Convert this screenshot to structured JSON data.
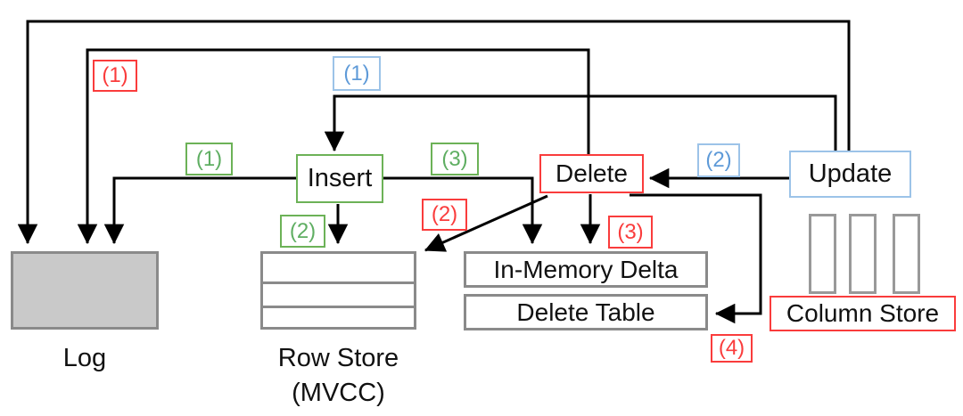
{
  "nodes": {
    "insert": "Insert",
    "delete": "Delete",
    "update": "Update",
    "in_memory_delta": "In-Memory Delta",
    "delete_table": "Delete Table",
    "column_store": "Column Store"
  },
  "captions": {
    "log": "Log",
    "row_store": "Row Store",
    "row_store_sub": "(MVCC)"
  },
  "tags": {
    "red_1": "(1)",
    "red_2": "(2)",
    "red_3": "(3)",
    "red_4": "(4)",
    "green_1": "(1)",
    "green_2": "(2)",
    "green_3": "(3)",
    "blue_1": "(1)",
    "blue_2": "(2)"
  },
  "colors": {
    "red": "#fa3c3c",
    "green": "#6cb257",
    "blue": "#5e9ad8",
    "blue_border": "#9cc3e8",
    "gray_border": "#8a8a8a",
    "log_fill": "#c9c9c9",
    "line": "#000000"
  }
}
